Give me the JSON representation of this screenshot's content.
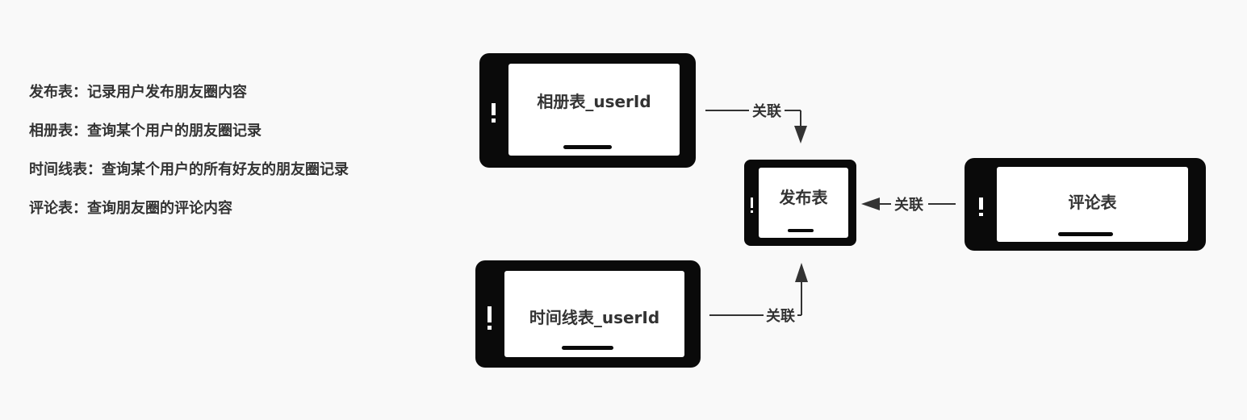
{
  "notes": [
    "发布表：记录用户发布朋友圈内容",
    "相册表：查询某个用户的朋友圈记录",
    "时间线表：查询某个用户的所有好友的朋友圈记录",
    "评论表：查询朋友圈的评论内容"
  ],
  "nodes": {
    "album": "相册表_userId",
    "publish": "发布表",
    "comment": "评论表",
    "timeline": "时间线表_userId"
  },
  "links": {
    "album_to_publish": "关联",
    "comment_to_publish": "关联",
    "timeline_to_publish": "关联"
  },
  "colors": {
    "background": "#f9f9f9",
    "device": "#0a0a0a",
    "screen": "#ffffff",
    "text": "#333333"
  }
}
